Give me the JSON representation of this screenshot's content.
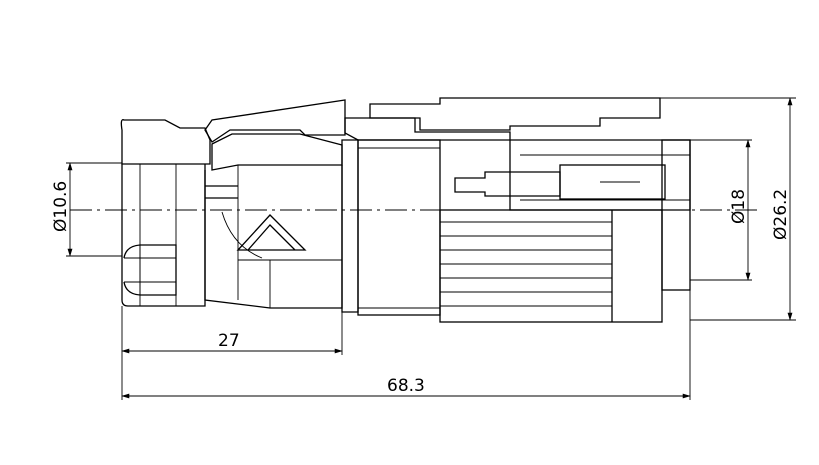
{
  "drawing": {
    "dimensions": {
      "d10_6": "Ø10.6",
      "d18": "Ø18",
      "d26_2": "Ø26.2",
      "len27": "27",
      "len68_3": "68.3"
    }
  }
}
